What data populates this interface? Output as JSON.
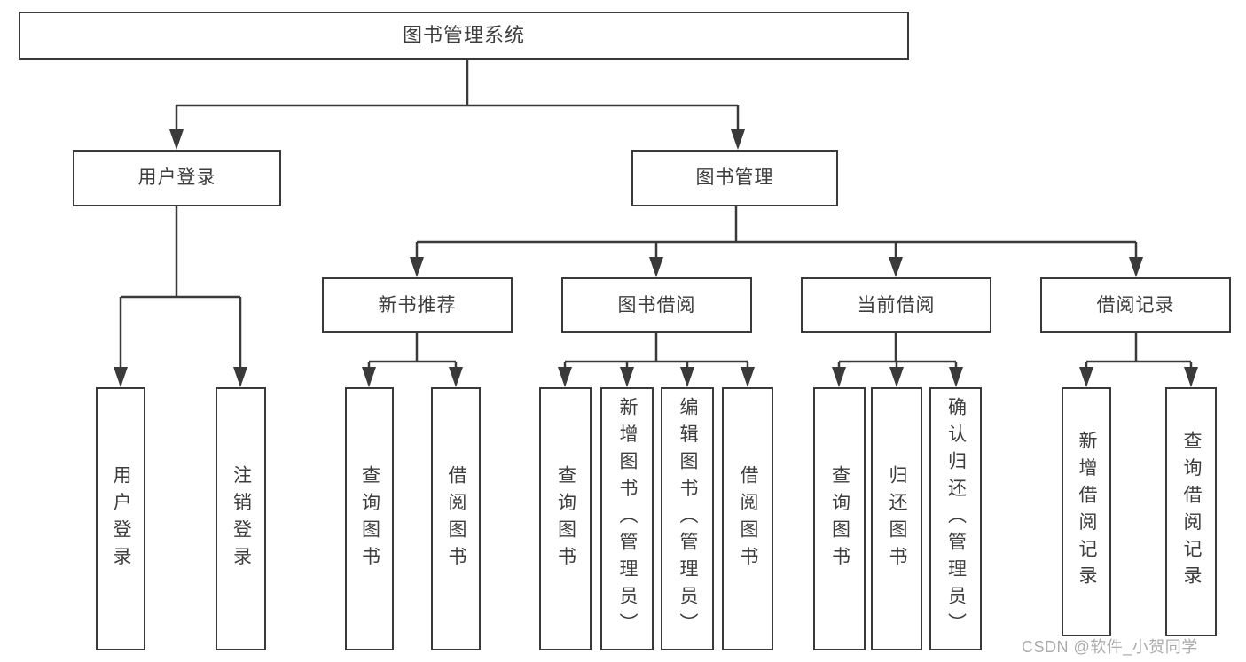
{
  "tree": {
    "root": {
      "label": "图书管理系统"
    },
    "children": [
      {
        "label": "用户登录",
        "children": [
          {
            "label": "用户登录"
          },
          {
            "label": "注销登录"
          }
        ]
      },
      {
        "label": "图书管理",
        "children": [
          {
            "label": "新书推荐",
            "children": [
              {
                "label": "查询图书"
              },
              {
                "label": "借阅图书"
              }
            ]
          },
          {
            "label": "图书借阅",
            "children": [
              {
                "label": "查询图书"
              },
              {
                "label": "新增图书（管理员）"
              },
              {
                "label": "编辑图书（管理员）"
              },
              {
                "label": "借阅图书"
              }
            ]
          },
          {
            "label": "当前借阅",
            "children": [
              {
                "label": "查询图书"
              },
              {
                "label": "归还图书"
              },
              {
                "label": "确认归还（管理员）"
              }
            ]
          },
          {
            "label": "借阅记录",
            "children": [
              {
                "label": "新增借阅记录"
              },
              {
                "label": "查询借阅记录"
              }
            ]
          }
        ]
      }
    ]
  },
  "watermark": {
    "text": "CSDN @软件_小贺同学"
  },
  "colors": {
    "line": "#3a3a3a",
    "text": "#3d3d3d",
    "box_background": "#ffffff",
    "background": "#ffffff",
    "watermark": "#ababab"
  }
}
